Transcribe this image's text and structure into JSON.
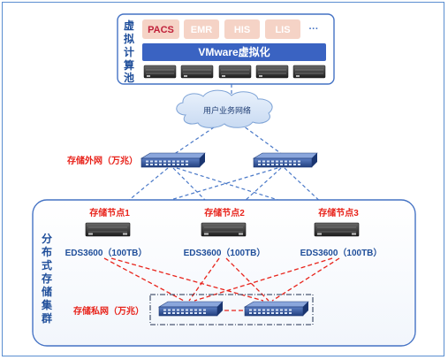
{
  "pool": {
    "vertical_label": [
      "虚",
      "拟",
      "计",
      "算",
      "池"
    ],
    "apps": [
      "PACS",
      "EMR",
      "HIS",
      "LIS",
      "···"
    ],
    "vmware_label": "VMware虚拟化"
  },
  "network": {
    "user_network": "用户业务网络",
    "external_network": "存储外网（万兆）",
    "private_network": "存储私网（万兆）"
  },
  "cluster": {
    "vertical_label": [
      "分",
      "布",
      "式",
      "存",
      "储",
      "集",
      "群"
    ],
    "nodes": [
      {
        "name": "存储节点1",
        "model": "EDS3600（100TB）"
      },
      {
        "name": "存储节点2",
        "model": "EDS3600（100TB）"
      },
      {
        "name": "存储节点3",
        "model": "EDS3600（100TB）"
      }
    ]
  },
  "colors": {
    "frame": "#5a8ed0",
    "box_border": "#4472c4",
    "vmware_bar": "#3a63c2",
    "app_box": "#f5d3c6",
    "pacs_text": "#c0203a",
    "app_text": "#ffffff",
    "red_label": "#e8231b",
    "blue_label": "#1f4e9a",
    "dashed_blue": "#4a79c8",
    "dashed_red": "#e8231b",
    "switch": "#2c4f9a"
  }
}
